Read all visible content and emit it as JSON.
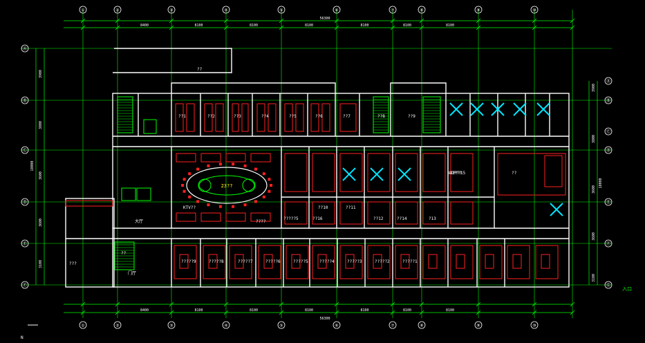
{
  "colors": {
    "background": "#000000",
    "wall": "#ffffff",
    "axis": "#00ff00",
    "dimension": "#00ff00",
    "furniture": "#ff2020",
    "fixture": "#00e5ff",
    "text": "#ffffff",
    "accent": "#ffff00"
  },
  "grid": {
    "top_bubbles": [
      "①",
      "②",
      "③",
      "④",
      "⑤",
      "⑥",
      "⑦",
      "⑧",
      "⑨",
      "⑩"
    ],
    "bottom_bubbles": [
      "①",
      "②",
      "③",
      "④",
      "⑤",
      "⑥",
      "⑦",
      "⑧",
      "⑨",
      "⑩"
    ],
    "left_bubbles": [
      "Ⓐ",
      "Ⓑ",
      "Ⓒ",
      "Ⓓ",
      "Ⓔ",
      "Ⓕ"
    ],
    "right_bubbles": [
      "Ⓐ",
      "Ⓑ",
      "Ⓒ",
      "Ⓓ",
      "Ⓔ",
      "Ⓕ",
      "Ⓖ"
    ]
  },
  "dimensions": {
    "top_overall": "56300",
    "bottom_overall": "56300",
    "left_overall": "18000",
    "right_overall": "18000",
    "top_bays": [
      "8400",
      "8100",
      "8100",
      "8100",
      "8100",
      "8100",
      "8100"
    ],
    "bottom_bays": [
      "8400",
      "8100",
      "8100",
      "8100",
      "8100",
      "8100",
      "8100"
    ],
    "left_bays": [
      "3900",
      "3800",
      "3600",
      "3600",
      "3100"
    ],
    "right_bays": [
      "3900",
      "3800",
      "3600",
      "3600",
      "3100"
    ]
  },
  "rooms": {
    "kitchen": "??",
    "conference": "KTV??",
    "lounge": "????",
    "hall": "大厅",
    "stair": "??",
    "lobby": "门厅",
    "vip": "VIP??",
    "office": "??",
    "storage": "???"
  },
  "room_numbers_north": [
    "??1",
    "??2",
    "??3",
    "??4",
    "??5",
    "??6",
    "??7",
    "??8",
    "??9"
  ],
  "room_numbers_south": [
    "?????9",
    "?????8",
    "?????7",
    "?????6",
    "?????5",
    "?????4",
    "?????3",
    "?????2",
    "?????1"
  ],
  "room_numbers_middle": [
    "?????5",
    "??16",
    "VIP??15",
    "?13",
    "??14",
    "??12",
    "??11",
    "??10"
  ],
  "table_label": "23??",
  "entrance_label": "入口",
  "north_arrow": "N"
}
